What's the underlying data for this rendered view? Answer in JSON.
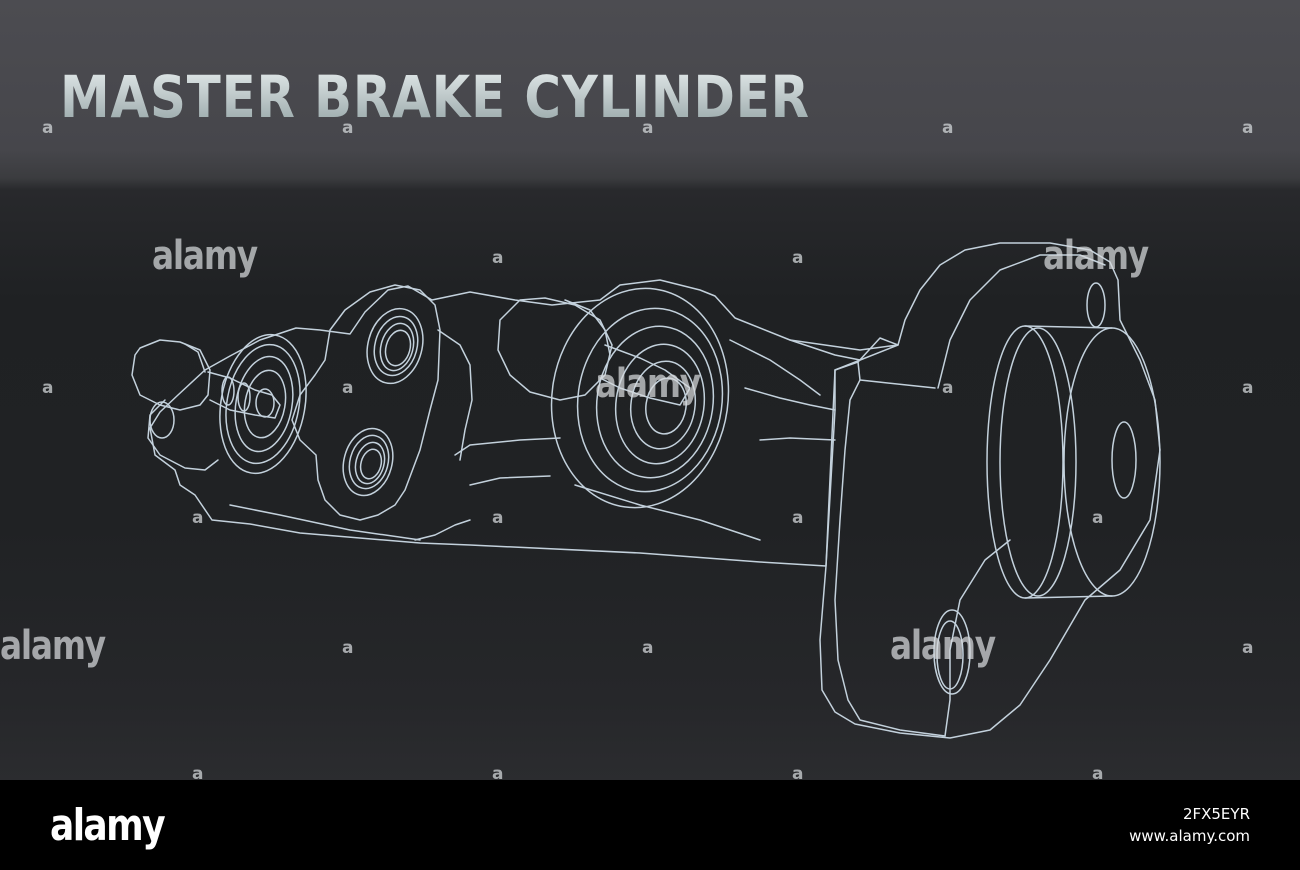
{
  "title": "MASTER BRAKE CYLINDER",
  "watermark": {
    "text": "alamy",
    "mark": "a"
  },
  "footer": {
    "logo": "alamy",
    "image_id": "2FX5EYR",
    "site": "www.alamy.com"
  },
  "colors": {
    "background_top": "#4c4c51",
    "background_bottom": "#202224",
    "line_art": "#c3d1dc",
    "title": "#c9d2d3",
    "footer": "#000000"
  }
}
